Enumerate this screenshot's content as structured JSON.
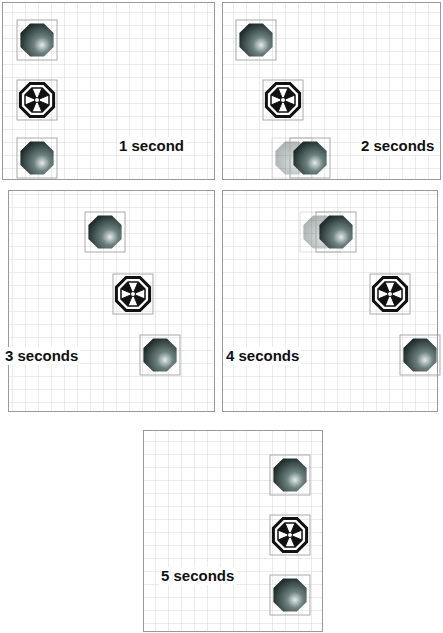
{
  "diagram": {
    "nodes": [
      {
        "text": [
          "1 second"
        ]
      },
      {
        "text": [
          "2 seconds"
        ]
      },
      {
        "text": [
          "3 seconds"
        ]
      },
      {
        "text": [
          "4 seconds"
        ]
      },
      {
        "text": [
          "5 seconds"
        ]
      }
    ]
  }
}
